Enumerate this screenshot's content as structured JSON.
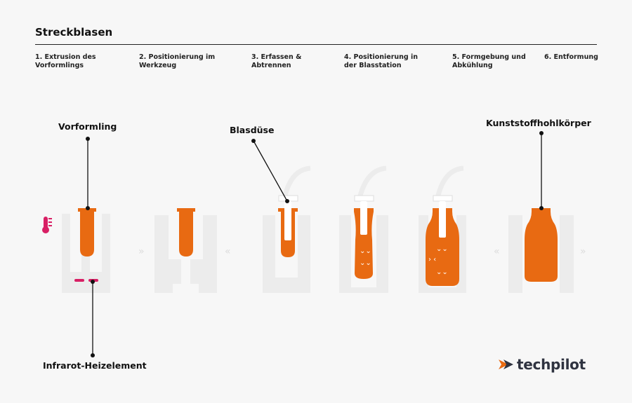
{
  "title": "Streckblasen",
  "steps": [
    {
      "label": "1. Extrusion des\nVorformlings"
    },
    {
      "label": "2. Positionierung im\nWerkzeug"
    },
    {
      "label": "3. Erfassen &\nAbtrennen"
    },
    {
      "label": "4. Positionierung in\nder Blasstation"
    },
    {
      "label": "5. Formgebung und\nAbkühlung"
    },
    {
      "label": "6. Entformung"
    }
  ],
  "callouts": {
    "preform": "Vorformling",
    "nozzle": "Blasdüse",
    "body": "Kunststoffhohlkörper",
    "heater": "Infrarot-Heizelement"
  },
  "logo": {
    "text": "techpilot"
  },
  "colors": {
    "accent": "#e86a12",
    "heater": "#d81f64",
    "mold": "#ececec",
    "logo_chevron": "#e86a12",
    "logo_text": "#2f3340"
  },
  "icons": [
    "thermometer-icon",
    "arrow-right-icon",
    "arrow-left-icon",
    "expand-arrows-icon"
  ]
}
